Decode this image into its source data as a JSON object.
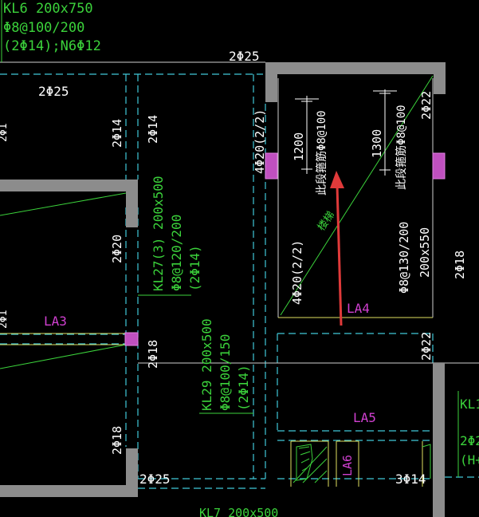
{
  "colors": {
    "background": "#000000",
    "white": "#ffffff",
    "green": "#3bd23b",
    "cyan": "#40c8d8",
    "magenta": "#d040d0",
    "red": "#e03a3a",
    "wall": "#8c8c8c",
    "yellow": "#e0e060"
  },
  "top_left_note": {
    "line1": "KL6 200x750",
    "line2": "Φ8@100/200",
    "line3": "(2Φ14);N6Φ12"
  },
  "labels": {
    "top_2phi25": "2Φ25",
    "left_2phi25": "2Φ25",
    "v_2phi14_a": "2Φ14",
    "v_2phi14_b": "2Φ14",
    "v_2phi20": "2Φ20",
    "v_2phi18_left": "2Φ18",
    "v_2phi18_mid": "2Φ18",
    "v_2phi18_right": "2Φ18",
    "v_2phi22_top": "2Φ22",
    "v_2phi22_bot": "2Φ22",
    "bottom_2phi25": "2Φ25",
    "bottom_3phi14": "3Φ14",
    "left_edge_a": "2Φ1",
    "left_edge_b": "2Φ1"
  },
  "beams": {
    "kl27_line1": "KL27(3) 200x500",
    "kl27_line2": "Φ8@120/200",
    "kl27_line3": "(2Φ14)",
    "kl29_line1": "KL29 200x500",
    "kl29_line2": "Φ8@100/150",
    "kl29_line3": "(2Φ14)",
    "kl7": "KL7 200x500",
    "right_note_1": "KL1",
    "right_note_2": "2Φ2",
    "right_note_3": "(H+"
  },
  "stair": {
    "left_rebar": "4Φ20(2/2)",
    "left_rebar_2": "4Φ20(2/2)",
    "dim_left": "1200",
    "dim_right": "1300",
    "cross_left": "此段箍筋Φ8@100",
    "cross_right": "此段箍筋Φ8@100",
    "right_stirrup": "Φ8@130/200",
    "right_size": "200x550",
    "stair_word": "楼梯"
  },
  "areas": {
    "la3": "LA3",
    "la4": "LA4",
    "la5": "LA5",
    "la6": "LA6"
  }
}
